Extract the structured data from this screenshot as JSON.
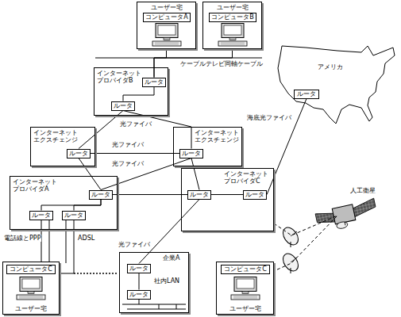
{
  "diagram": {
    "nodes": [
      {
        "text": [
          "ユーザー宅"
        ]
      },
      {
        "text": [
          "コンピュータA"
        ],
        "in": 0
      },
      {
        "text": [
          "ユーザー宅"
        ]
      },
      {
        "text": [
          "コンピュータB"
        ],
        "in": 2
      },
      {
        "text": [
          "インターネット プロバイダB"
        ]
      },
      {
        "text": [
          "ルータ"
        ],
        "in": 4
      },
      {
        "text": [
          "ルータ"
        ],
        "in": 4
      },
      {
        "text": [
          "アメリカ"
        ]
      },
      {
        "text": [
          "ルータ"
        ],
        "in": 7
      },
      {
        "text": [
          "インターネット エクスチェンジ"
        ]
      },
      {
        "text": [
          "ルータ"
        ],
        "in": 9
      },
      {
        "text": [
          "インターネット エクスチェンジ"
        ]
      },
      {
        "text": [
          "ルータ"
        ],
        "in": 11
      },
      {
        "text": [
          "インターネット プロバイダA"
        ]
      },
      {
        "text": [
          "ルータ"
        ],
        "in": 13
      },
      {
        "text": [
          "ルータ"
        ],
        "in": 13
      },
      {
        "text": [
          "ルータ"
        ],
        "in": 13
      },
      {
        "text": [
          "インターネット プロバイダC"
        ]
      },
      {
        "text": [
          "ルータ"
        ],
        "in": 17
      },
      {
        "text": [
          "ルータ"
        ],
        "in": 17
      },
      {
        "text": [
          "企業A"
        ]
      },
      {
        "text": [
          "ルータ"
        ],
        "in": 20
      },
      {
        "text": [
          "ルータ"
        ],
        "in": 20
      },
      {
        "text": [
          "ユーザー宅"
        ]
      },
      {
        "text": [
          "コンピュータC"
        ],
        "in": 23
      },
      {
        "text": [
          "ユーザー宅"
        ]
      },
      {
        "text": [
          "コンピュータC"
        ],
        "in": 25
      }
    ],
    "edges": [
      {
        "from": 0,
        "to": 5,
        "arrow": "none"
      },
      {
        "from": 2,
        "to": 5,
        "arrow": "none"
      },
      {
        "from": 5,
        "to": 6,
        "arrow": "none"
      },
      {
        "from": 6,
        "to": 10,
        "label": "光ファイバ",
        "arrow": "none"
      },
      {
        "from": 6,
        "to": 12,
        "arrow": "none"
      },
      {
        "from": 10,
        "to": 12,
        "label": "光ファイバ",
        "arrow": "none"
      },
      {
        "from": 10,
        "to": 14,
        "arrow": "none"
      },
      {
        "from": 12,
        "to": 14,
        "label": "光ファイバ",
        "arrow": "none"
      },
      {
        "from": 14,
        "to": 18,
        "arrow": "none"
      },
      {
        "from": 12,
        "to": 18,
        "arrow": "none"
      },
      {
        "from": 18,
        "to": 19,
        "arrow": "none"
      },
      {
        "from": 19,
        "to": 8,
        "label": "海底光ファイバ",
        "arrow": "none"
      },
      {
        "from": 14,
        "to": 15,
        "arrow": "none"
      },
      {
        "from": 14,
        "to": 16,
        "arrow": "none"
      },
      {
        "from": 15,
        "to": 23,
        "label": "電話線とPPP",
        "arrow": "none"
      },
      {
        "from": 16,
        "to": 23,
        "label": "ADSL",
        "arrow": "none"
      },
      {
        "from": 18,
        "to": 21,
        "label": "光ファイバ",
        "arrow": "none"
      },
      {
        "from": 21,
        "to": 22,
        "arrow": "none"
      },
      {
        "from": 17,
        "to": 25,
        "arrow": "none"
      }
    ],
    "labels": [
      "ケーブルテレビ同軸ケーブル",
      "人工衛星",
      "社内LAN"
    ]
  }
}
